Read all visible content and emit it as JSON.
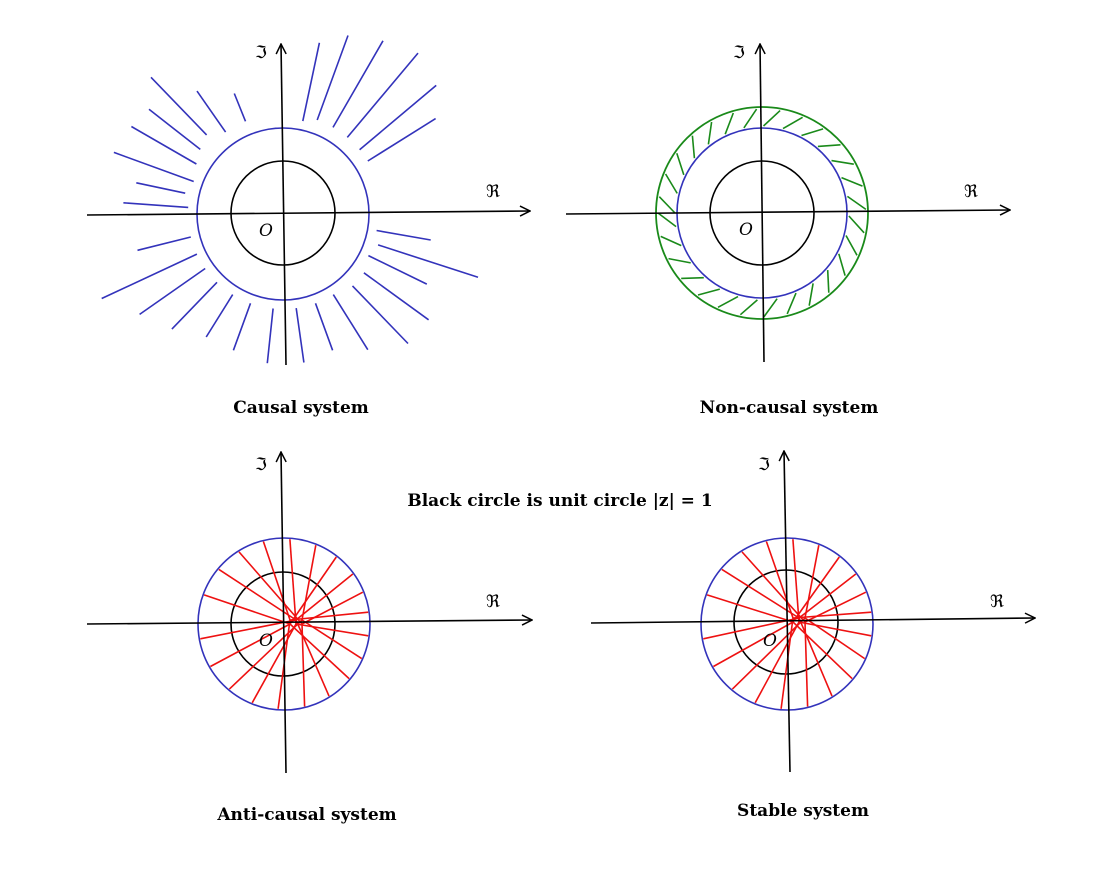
{
  "note": "Black circle is unit circle |z| = 1",
  "colors": {
    "axes": "#000000",
    "unit_circle": "#000000",
    "roc_boundary": "#3333bb",
    "causal_hatch": "#3333bb",
    "noncausal_outer": "#1a8a1a",
    "noncausal_hatch": "#1a8a1a",
    "red_hatch": "#ee1111"
  },
  "panels": [
    {
      "id": "causal",
      "caption": "Causal system",
      "real_label": "ℜ",
      "imag_label": "ℑ",
      "origin_label": "O",
      "region": "outside ROC circle"
    },
    {
      "id": "noncausal",
      "caption": "Non-causal system",
      "real_label": "ℜ",
      "imag_label": "ℑ",
      "origin_label": "O",
      "region": "annulus"
    },
    {
      "id": "anticausal",
      "caption": "Anti-causal system",
      "real_label": "ℜ",
      "imag_label": "ℑ",
      "origin_label": "O",
      "region": "inside ROC circle"
    },
    {
      "id": "stable",
      "caption": "Stable system",
      "real_label": "ℜ",
      "imag_label": "ℑ",
      "origin_label": "O",
      "region": "inside ROC circle"
    }
  ]
}
